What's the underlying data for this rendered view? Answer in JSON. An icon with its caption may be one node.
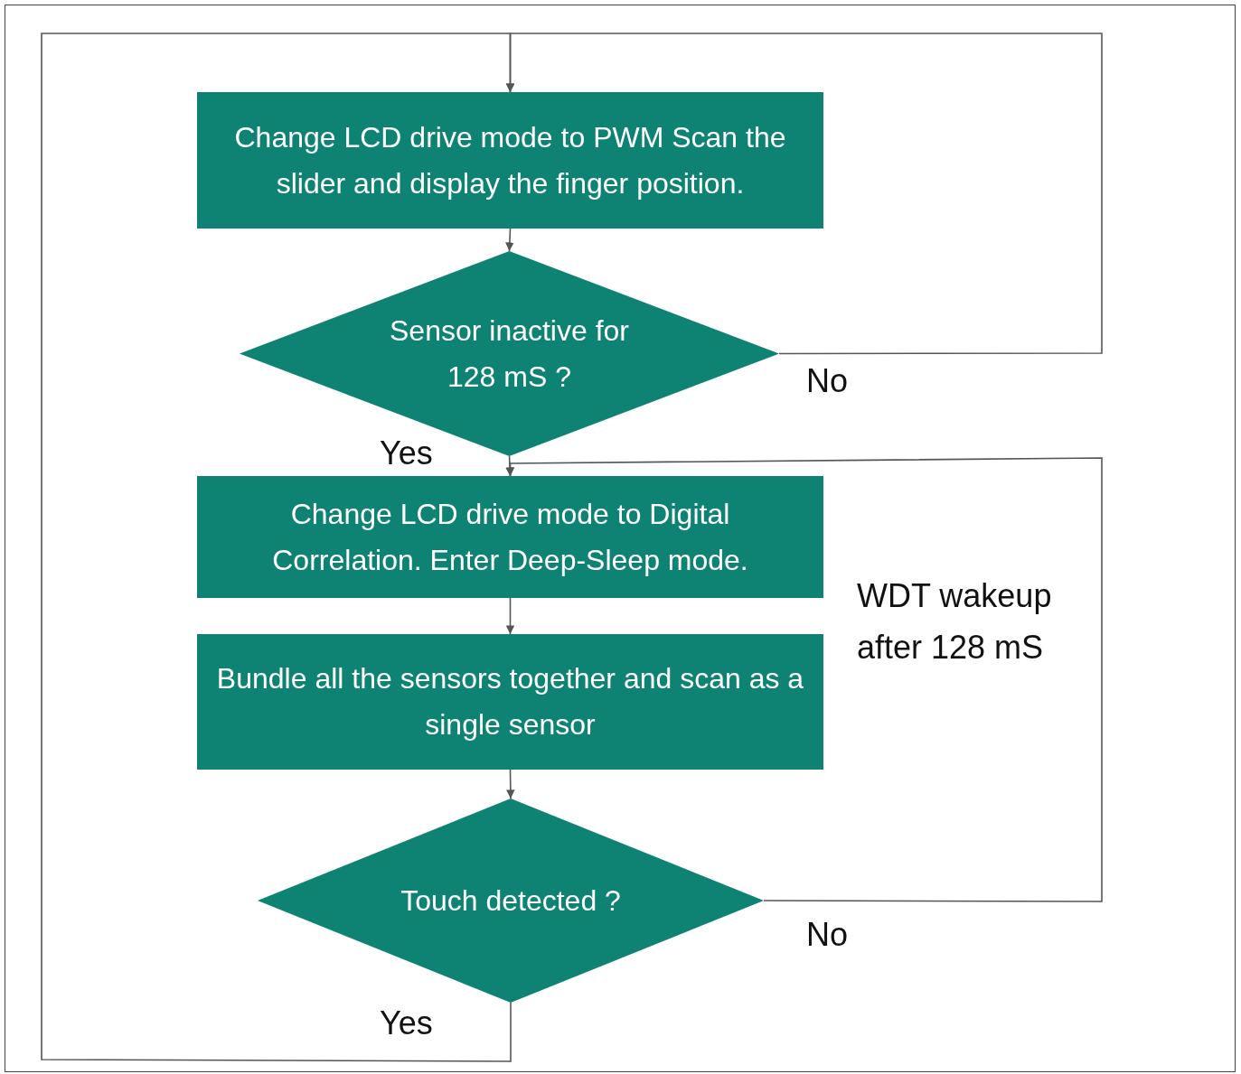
{
  "diagram": {
    "nodes": [
      {
        "text": [
          "Change LCD drive mode to PWM Scan the slider and display the finger position."
        ]
      },
      {
        "text": [
          "Sensor inactive for 128 mS ?"
        ]
      },
      {
        "text": [
          "Change LCD drive mode to Digital Correlation. Enter Deep-Sleep mode."
        ]
      },
      {
        "text": [
          "Bundle all the sensors together and scan as a single sensor"
        ]
      },
      {
        "text": [
          "Touch detected ?"
        ]
      }
    ],
    "edges": [
      {
        "from": 0,
        "to": 1,
        "arrow": "to"
      },
      {
        "from": 1,
        "to": 0,
        "arrow": "to",
        "label": "No"
      },
      {
        "from": 1,
        "to": 2,
        "arrow": "to",
        "label": "Yes"
      },
      {
        "from": 2,
        "to": 3,
        "arrow": "to"
      },
      {
        "from": 3,
        "to": 4,
        "arrow": "to"
      },
      {
        "from": 4,
        "to": 2,
        "arrow": "to",
        "label": "No"
      },
      {
        "from": 4,
        "to": 0,
        "arrow": "to",
        "label": "Yes"
      }
    ],
    "labels": [
      "WDT wakeup after 128 mS"
    ]
  }
}
